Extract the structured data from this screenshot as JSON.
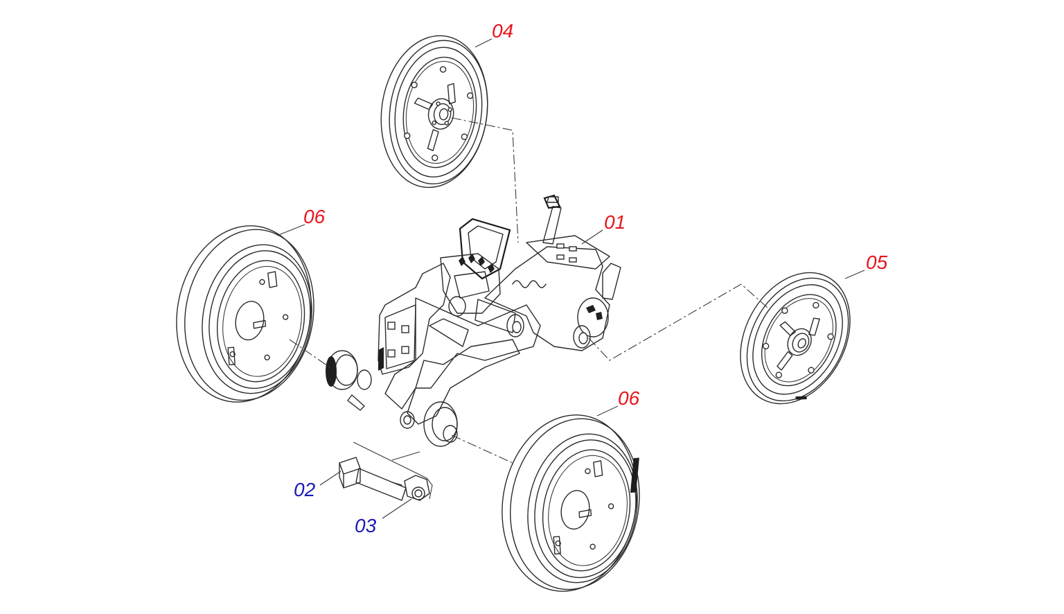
{
  "callouts": [
    {
      "id": "04",
      "text": "04",
      "color": "#e8141c"
    },
    {
      "id": "06a",
      "text": "06",
      "color": "#e8141c"
    },
    {
      "id": "01",
      "text": "01",
      "color": "#e8141c"
    },
    {
      "id": "05",
      "text": "05",
      "color": "#e8141c"
    },
    {
      "id": "06b",
      "text": "06",
      "color": "#e8141c"
    },
    {
      "id": "02",
      "text": "02",
      "color": "#1a1ab8"
    },
    {
      "id": "03",
      "text": "03",
      "color": "#1a1ab8"
    }
  ],
  "parts": [
    {
      "number": "01",
      "icon": "row-unit-frame-icon"
    },
    {
      "number": "02",
      "icon": "axle-bolt-icon"
    },
    {
      "number": "03",
      "icon": "hex-nut-icon"
    },
    {
      "number": "04",
      "icon": "closing-wheel-icon"
    },
    {
      "number": "05",
      "icon": "closing-wheel-icon"
    },
    {
      "number": "06",
      "icon": "gauge-wheel-icon"
    }
  ]
}
